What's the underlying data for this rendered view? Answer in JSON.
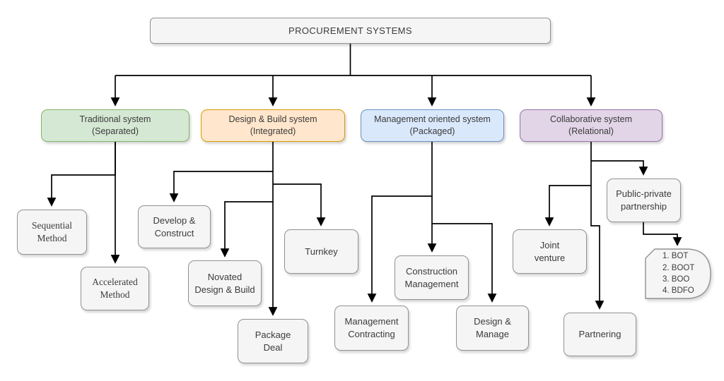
{
  "diagram": {
    "root": {
      "label": "PROCUREMENT SYSTEMS"
    },
    "branches": {
      "traditional": {
        "label": "Traditional system\n(Separated)",
        "fill": "#d5e8d4",
        "stroke": "#82b366"
      },
      "design_build": {
        "label": "Design & Build system\n(Integrated)",
        "fill": "#ffe6cc",
        "stroke": "#d79b00"
      },
      "management": {
        "label": "Management oriented system\n(Packaged)",
        "fill": "#dae8fc",
        "stroke": "#6c8ebf"
      },
      "collaborative": {
        "label": "Collaborative system\n(Relational)",
        "fill": "#e1d5e7",
        "stroke": "#9673a6"
      }
    },
    "leaves": {
      "sequential": {
        "label": "Sequential\nMethod"
      },
      "accelerated": {
        "label": "Accelerated\nMethod"
      },
      "develop_construct": {
        "label": "Develop &\nConstruct"
      },
      "novated": {
        "label": "Novated\nDesign & Build"
      },
      "turnkey": {
        "label": "Turnkey"
      },
      "package_deal": {
        "label": "Package\nDeal"
      },
      "construction_management": {
        "label": "Construction\nManagement"
      },
      "management_contracting": {
        "label": "Management\nContracting"
      },
      "design_manage": {
        "label": "Design &\nManage"
      },
      "joint_venture": {
        "label": "Joint\nventure"
      },
      "public_private": {
        "label": "Public-private\npartnership"
      },
      "ppp_types": {
        "label": "1. BOT\n2. BOOT\n3. BOO\n4. BDFO"
      },
      "partnering": {
        "label": "Partnering"
      }
    },
    "colors": {
      "neutral_fill": "#f5f5f5",
      "neutral_stroke": "#919191",
      "line": "#000000"
    }
  }
}
